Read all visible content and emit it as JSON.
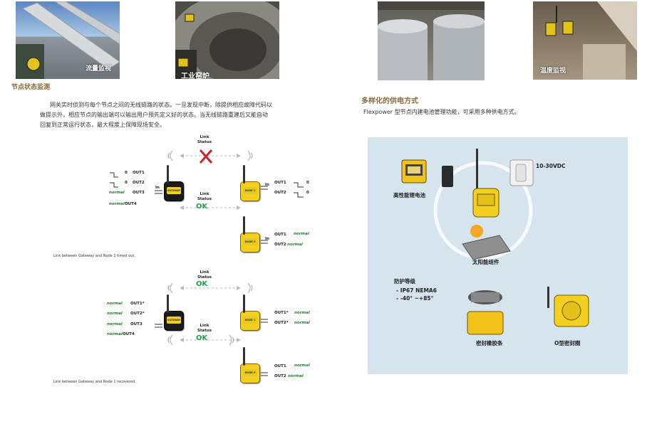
{
  "photos": {
    "flow": {
      "caption": "流量监视"
    },
    "furnace": {
      "caption": "工业窑炉"
    },
    "tanks": {
      "caption": ""
    },
    "temperature": {
      "caption": "温度监视"
    }
  },
  "left": {
    "heading": "节点状态监测",
    "paragraph": [
      "网关实时侦测与每个节点之间的无线链路的状态。一旦发现中断，除提供相应故障代码以",
      "做提示外，相应节点的输出端可以输出用户预先定义好的状态。当无线链路重建后又能自动",
      "回复到正常运行状态，最大程度上保障现场安全。"
    ],
    "diagram1": {
      "link_top": "Link\nStatus",
      "link_mid": "Link\nStatus",
      "ok": "OK",
      "gateway_label": "GATEWAY",
      "node_label": "NODE 1",
      "node2_label": "NODE 2",
      "gw_outputs": [
        "OUT1",
        "OUT2",
        "OUT3",
        "OUT4"
      ],
      "gw_left": [
        "0",
        "0",
        "normal",
        "normal"
      ],
      "node1_outputs": [
        "OUT1",
        "OUT2"
      ],
      "node1_right": [
        "0",
        "0"
      ],
      "node2_outputs": [
        "OUT1",
        "OUT2"
      ],
      "node2_right": [
        "normal",
        "normal"
      ],
      "in_label": "In",
      "caption": "Link between Gateway and Node 1 timed out."
    },
    "diagram2": {
      "link_top": "Link\nStatus",
      "link_mid": "Link\nStatus",
      "ok_top": "OK",
      "ok_mid": "OK",
      "gw_outputs": [
        "OUT1*",
        "OUT2*",
        "OUT3",
        "OUT4"
      ],
      "gw_left": [
        "normal",
        "normal",
        "normal",
        "normal"
      ],
      "node1_outputs": [
        "OUT1*",
        "OUT2*"
      ],
      "node1_right": [
        "normal",
        "normal"
      ],
      "node2_outputs": [
        "OUT1",
        "OUT2"
      ],
      "node2_right": [
        "normal",
        "normal"
      ],
      "caption": "Link between Gateway and Node 1 recovered."
    }
  },
  "right": {
    "heading": "多样化的供电方式",
    "paragraph": "Flexpower 型节点内建电池管理功能，可采用多种供电方式。",
    "power": {
      "battery_label": "高性能锂电池",
      "voltage_label": "10-30VDC",
      "solar_label": "太阳能组件",
      "protection_title": "防护等级",
      "protection_items": [
        "IP67  NEMA6",
        "-40° ~+85°"
      ],
      "seal1_label": "密封橡胶条",
      "seal2_label": "O型密封圈"
    }
  },
  "colors": {
    "heading": "#8b6a3a",
    "ok": "#24a14a",
    "normal": "#1f7a2e",
    "fail": "#c0282d",
    "device": "#f2cf20"
  }
}
